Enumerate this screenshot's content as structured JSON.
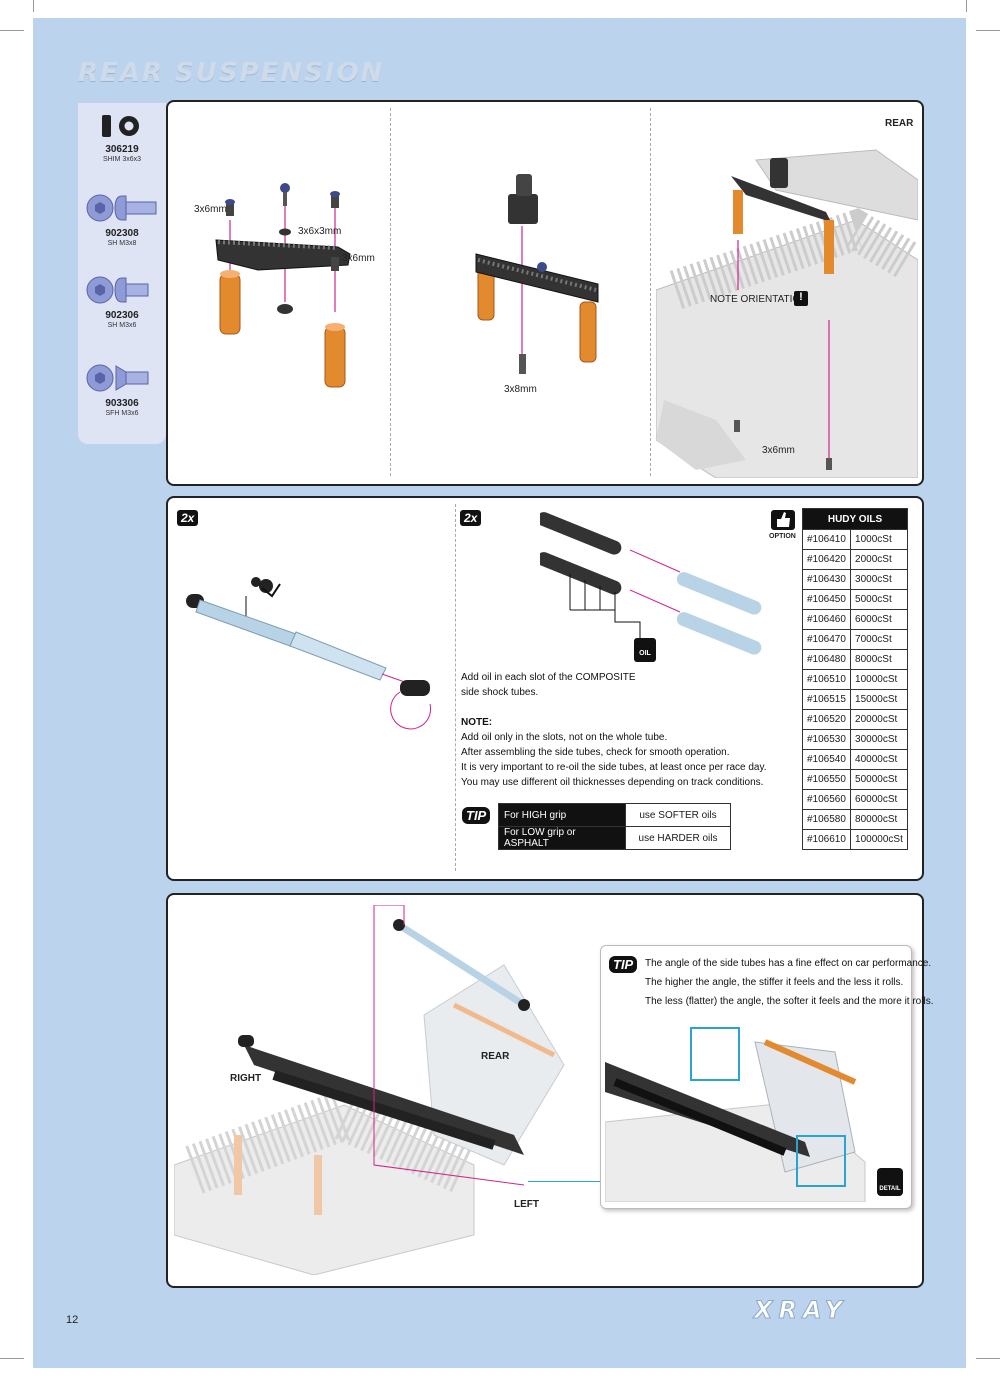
{
  "page": {
    "title": "REAR SUSPENSION",
    "page_number": "12",
    "logo_text": "XRAY"
  },
  "sidebar": {
    "items": [
      {
        "code": "306219",
        "desc": "SHIM 3x6x3",
        "icon": "shim-icon"
      },
      {
        "code": "902308",
        "desc": "SH M3x8",
        "icon": "button-head-screw-icon"
      },
      {
        "code": "902306",
        "desc": "SH M3x6",
        "icon": "button-head-screw-icon"
      },
      {
        "code": "903306",
        "desc": "SFH M3x6",
        "icon": "flat-head-screw-icon"
      }
    ]
  },
  "step1": {
    "labels": {
      "screw_a": "3x6mm",
      "shim": "3x6x3mm",
      "screw_b": "3x6mm"
    }
  },
  "step2": {
    "labels": {
      "screw": "3x8mm"
    }
  },
  "step3": {
    "rear": "REAR",
    "note_orientation": "NOTE ORIENTATION",
    "screw": "3x6mm"
  },
  "step4": {
    "count_left": "2x",
    "count_right": "2x"
  },
  "oil_note": {
    "instruction_lines": [
      "Add oil in each slot of the COMPOSITE",
      "side shock tubes."
    ],
    "note_title": "NOTE:",
    "note_lines": [
      "Add oil only in the slots, not on the whole tube.",
      "After assembling the side tubes, check for smooth operation.",
      "It is very important to re-oil the side tubes, at least once per race day.",
      "You may use different oil thicknesses depending on track conditions."
    ],
    "oil_icon_label": "OIL"
  },
  "tip_table": {
    "tip_label": "TIP",
    "rows": [
      {
        "condition": "For HIGH grip",
        "advice": "use SOFTER oils"
      },
      {
        "condition": "For LOW grip or ASPHALT",
        "advice": "use HARDER oils"
      }
    ]
  },
  "option": {
    "label": "OPTION"
  },
  "hudy_oils": {
    "header": "HUDY OILS",
    "rows": [
      [
        "#106410",
        "1000cSt"
      ],
      [
        "#106420",
        "2000cSt"
      ],
      [
        "#106430",
        "3000cSt"
      ],
      [
        "#106450",
        "5000cSt"
      ],
      [
        "#106460",
        "6000cSt"
      ],
      [
        "#106470",
        "7000cSt"
      ],
      [
        "#106480",
        "8000cSt"
      ],
      [
        "#106510",
        "10000cSt"
      ],
      [
        "#106515",
        "15000cSt"
      ],
      [
        "#106520",
        "20000cSt"
      ],
      [
        "#106530",
        "30000cSt"
      ],
      [
        "#106540",
        "40000cSt"
      ],
      [
        "#106550",
        "50000cSt"
      ],
      [
        "#106560",
        "60000cSt"
      ],
      [
        "#106580",
        "80000cSt"
      ],
      [
        "#106610",
        "100000cSt"
      ]
    ]
  },
  "step5": {
    "right": "RIGHT",
    "rear": "REAR",
    "left": "LEFT",
    "tip_label": "TIP",
    "tip_lines": [
      "The angle of the side tubes has a fine effect on car performance.",
      "The higher the angle, the stiffer it feels and the less it rolls.",
      "The less (flatter) the angle, the softer it feels and the more it rolls."
    ],
    "detail_label": "DETAIL"
  },
  "colors": {
    "page_bg": "#bcd3ee",
    "accent_orange": "#e38a2f",
    "arrow_magenta": "#d0258c",
    "detail_cyan": "#2aa4cc"
  }
}
